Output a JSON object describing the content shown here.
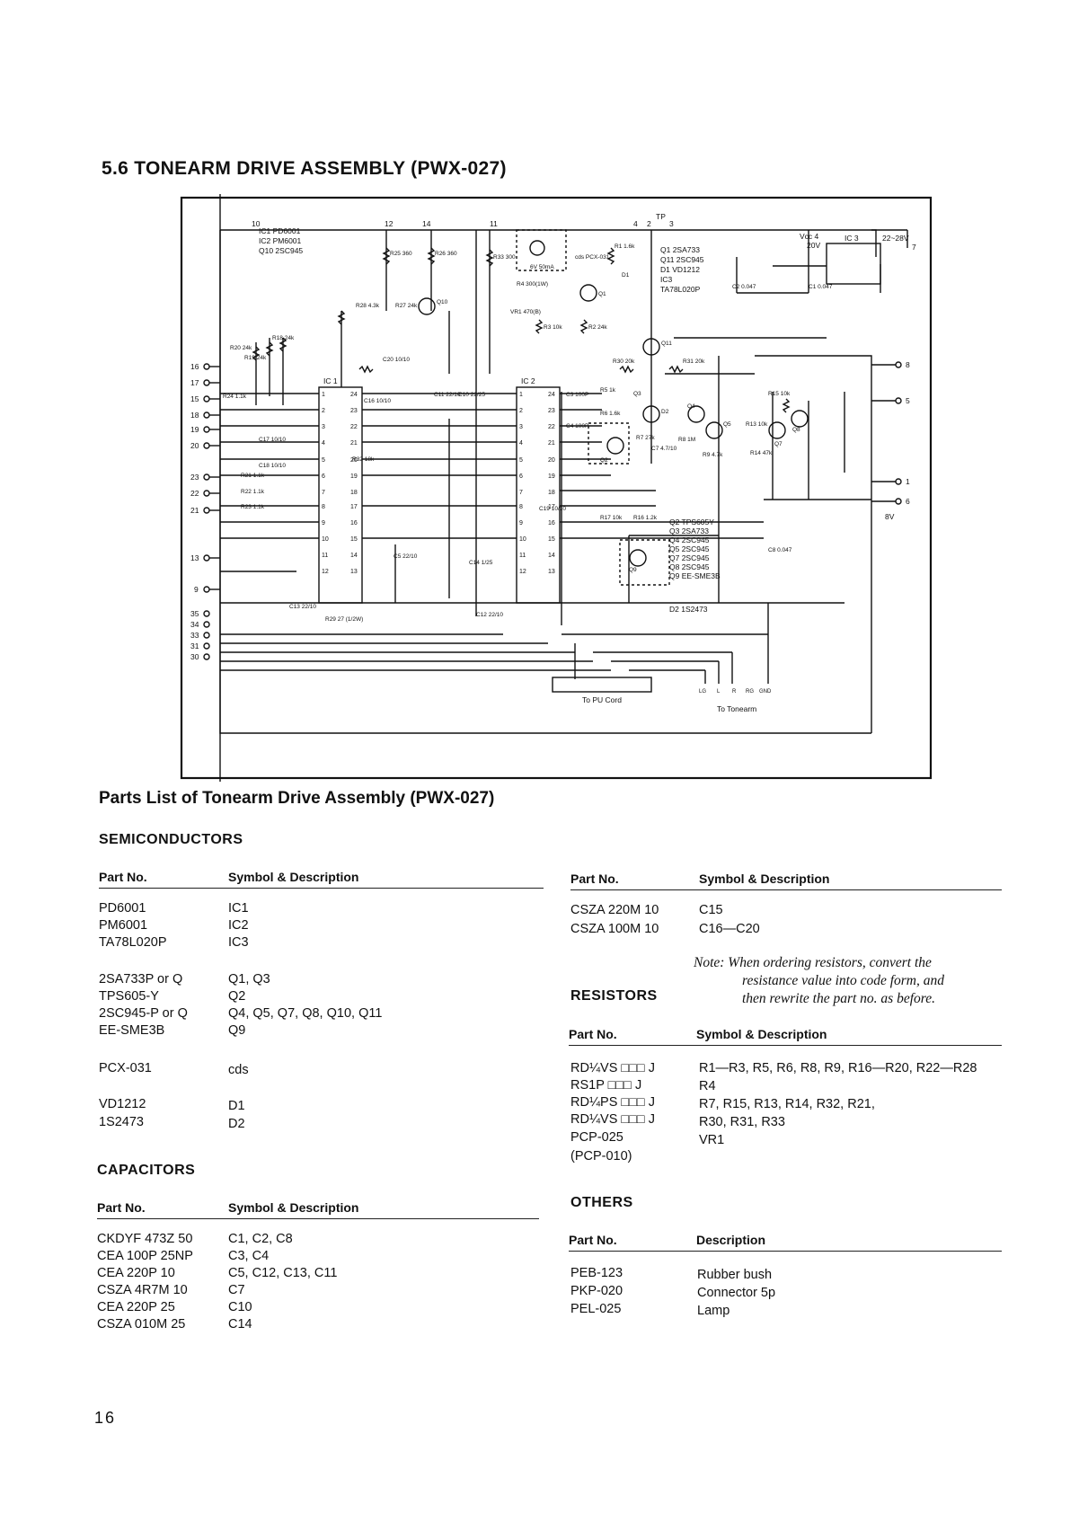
{
  "section_title": "5.6  TONEARM DRIVE ASSEMBLY (PWX-027)",
  "schematic": {
    "ic_notes": [
      "IC1 PD6001",
      "IC2 PM6001",
      "Q10 2SC945"
    ],
    "q_notes_top": [
      "Q1 2SA733",
      "Q11 2SC945",
      "D1 VD1212",
      "IC3",
      "TA78L020P"
    ],
    "q_notes_bottom": [
      "Q2 TPS605Y",
      "Q3 2SA733",
      "Q4 2SC945",
      "Q5 2SC945",
      "Q7 2SC945",
      "Q8 2SC945",
      "Q9 EE-SME3B"
    ],
    "d2_note": "D2 1S2473",
    "ic1_label": "IC 1",
    "ic2_label": "IC 2",
    "ic3_label": "IC 3",
    "ic3_supply": "22~28V",
    "vcc_label": "Vcc 4",
    "v20": "20V",
    "v8": "8V",
    "to_pu_cord": "To PU Cord",
    "to_tonearm": "To Tonearm",
    "connector_labels": [
      "LG",
      "L",
      "R",
      "RG",
      "GND"
    ],
    "left_terminals": [
      "16",
      "17",
      "15",
      "18",
      "19",
      "20",
      "23",
      "22",
      "21",
      "13",
      "9",
      "35",
      "34",
      "33",
      "31",
      "30"
    ],
    "top_terminals": [
      "10",
      "12",
      "14",
      "11",
      "4",
      "2",
      "TP",
      "3",
      "7"
    ],
    "right_terminals": [
      "8",
      "5",
      "1",
      "6"
    ],
    "ic1_pins_left": [
      "1",
      "2",
      "3",
      "4",
      "5",
      "6",
      "7",
      "8",
      "9",
      "10",
      "11",
      "12"
    ],
    "ic1_pins_right": [
      "24",
      "23",
      "22",
      "21",
      "20",
      "19",
      "18",
      "17",
      "16",
      "15",
      "14",
      "13"
    ],
    "components": {
      "r25": "R25 360",
      "r26": "R26 360",
      "r33": "R33 300",
      "r1": "R1 1.6k",
      "r28": "R28 4.3k",
      "r27": "R27 24k",
      "r4": "R4 300(1W)",
      "vr1": "VR1 470(B)",
      "r3": "R3 10k",
      "r2": "R2 24k",
      "r20": "R20 24k",
      "r19": "R19 24k",
      "r18": "R18 24k",
      "c20": "C20 10/10",
      "r24": "R24 1.1k",
      "c16": "C16 10/10",
      "c17": "C17 10/10",
      "c18": "C18 10/10",
      "c19": "C19 10/10",
      "r21": "R21 1.1k",
      "r22": "R22 1.1k",
      "r23": "R23 1.1k",
      "r32": "R32 18k",
      "c5": "C5 22/10",
      "c14": "C14 1/25",
      "c13": "C13 22/10",
      "r29": "R29 27 (1/2W)",
      "c12": "C12 22/10",
      "r30": "R30 20k",
      "r31": "R31 20k",
      "r15": "R15 10k",
      "r5": "R5 1k",
      "r6": "R6 1.6k",
      "r13": "R13 10k",
      "r14": "R14 47k",
      "r7": "R7 27k",
      "c7": "C7 4.7/10",
      "r8": "R8 1M",
      "r9": "R9 4.7k",
      "r17": "R17 10k",
      "r16": "R16 1.2k",
      "c8": "C8 0.047",
      "c2": "C2 0.047",
      "c1": "C1 0.047",
      "c11": "C11 22/10",
      "c10": "C10 22/25",
      "c3": "C3 100P",
      "c4": "C4 100P",
      "cds": "cds PCX-031",
      "lamp": "6V 50mA",
      "q1": "Q1",
      "q2": "Q2",
      "q3": "Q3",
      "q4": "Q4",
      "q5": "Q5",
      "q7": "Q7",
      "q8": "Q8",
      "q9": "Q9",
      "q10": "Q10",
      "q11": "Q11",
      "d1": "D1",
      "d2": "D2"
    }
  },
  "parts_list_title": "Parts List of Tonearm Drive Assembly (PWX-027)",
  "semiconductors": {
    "heading": "SEMICONDUCTORS",
    "col_part": "Part No.",
    "col_desc": "Symbol & Description",
    "rows": [
      [
        "PD6001",
        "IC1"
      ],
      [
        "PM6001",
        "IC2"
      ],
      [
        "TA78L020P",
        "IC3"
      ],
      [
        "",
        ""
      ],
      [
        "2SA733P or Q",
        "Q1, Q3"
      ],
      [
        "TPS605-Y",
        "Q2"
      ],
      [
        "2SC945-P or Q",
        "Q4, Q5, Q7, Q8, Q10, Q11"
      ],
      [
        "EE-SME3B",
        "Q9"
      ],
      [
        "",
        ""
      ],
      [
        "PCX-031",
        "cds"
      ],
      [
        "",
        ""
      ],
      [
        "VD1212",
        "D1"
      ],
      [
        "1S2473",
        "D2"
      ]
    ]
  },
  "capacitors": {
    "heading": "CAPACITORS",
    "col_part": "Part No.",
    "col_desc": "Symbol & Description",
    "rows": [
      [
        "CKDYF 473Z 50",
        "C1, C2, C8"
      ],
      [
        "CEA 100P 25NP",
        "C3, C4"
      ],
      [
        "CEA 220P 10",
        "C5, C12, C13, C11"
      ],
      [
        "CSZA 4R7M 10",
        "C7"
      ],
      [
        "CEA 220P 25",
        "C10"
      ],
      [
        "CSZA 010M 25",
        "C14"
      ]
    ]
  },
  "capacitors_cont": {
    "col_part": "Part No.",
    "col_desc": "Symbol & Description",
    "rows": [
      [
        "CSZA 220M 10",
        "C15"
      ],
      [
        "CSZA 100M 10",
        "C16—C20"
      ]
    ]
  },
  "note": {
    "l1": "Note:  When ordering resistors, convert the",
    "l2": "resistance value into code form, and",
    "l3": "then rewrite the part no. as before."
  },
  "resistors": {
    "heading": "RESISTORS",
    "col_part": "Part No.",
    "col_desc": "Symbol & Description",
    "rows": [
      [
        "RD¼VS □□□ J",
        "R1—R3, R5, R6, R8, R9, R16—R20, R22—R28"
      ],
      [
        "RS1P □□□ J",
        "R4"
      ],
      [
        "RD¼PS □□□ J",
        "R7, R15, R13, R14, R32, R21,"
      ],
      [
        "RD¼VS □□□ J",
        "R30, R31, R33"
      ],
      [
        "PCP-025",
        "VR1"
      ],
      [
        "(PCP-010)",
        ""
      ]
    ]
  },
  "others": {
    "heading": "OTHERS",
    "col_part": "Part No.",
    "col_desc": "Description",
    "rows": [
      [
        "PEB-123",
        "Rubber bush"
      ],
      [
        "PKP-020",
        "Connector 5p"
      ],
      [
        "PEL-025",
        "Lamp"
      ]
    ]
  },
  "page_number": "16"
}
